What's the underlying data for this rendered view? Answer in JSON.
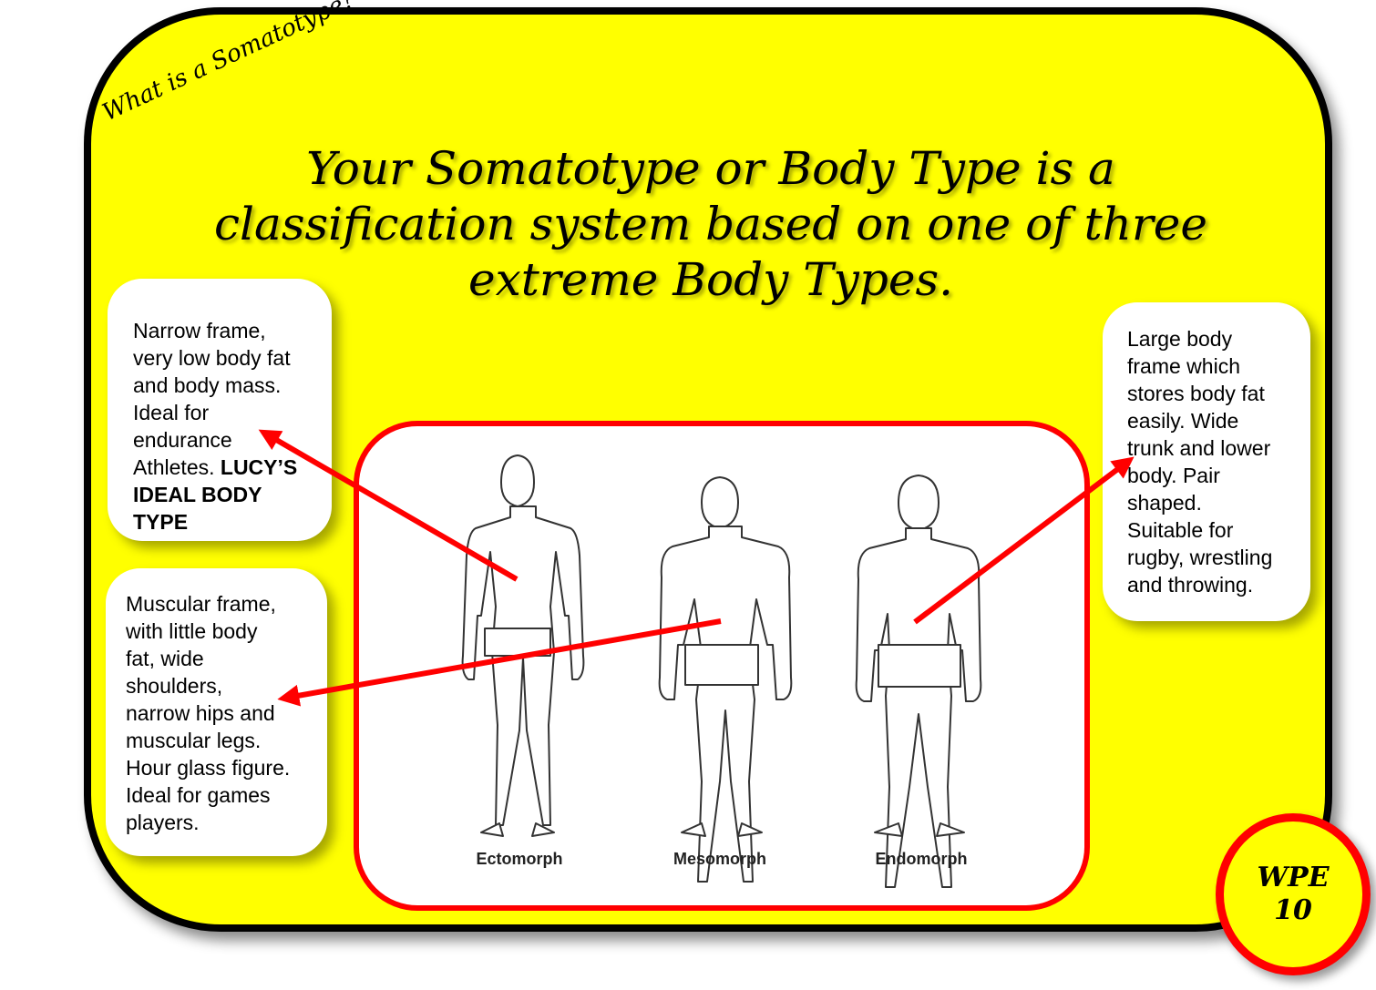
{
  "tagline": "What is a Somatotype?",
  "headline": {
    "line1": "Your Somatotype or Body Type is a",
    "line2": "classification system based on one of three",
    "line3": "extreme Body Types."
  },
  "boxes": {
    "ectomorph": {
      "lines": [
        "Narrow frame,",
        "very low body fat",
        "and body mass.",
        "Ideal for",
        "endurance"
      ],
      "last_line_prefix": "Athletes. ",
      "bold_1": "LUCY’S",
      "bold_2": "IDEAL BODY TYPE"
    },
    "mesomorph": {
      "lines": [
        "Muscular frame,",
        "with little body",
        "fat, wide",
        "shoulders,",
        "narrow hips and",
        "muscular legs.",
        "Hour glass figure.",
        "Ideal for games",
        "players."
      ]
    },
    "endomorph": {
      "lines": [
        "Large body",
        "frame which",
        "stores body fat",
        "easily. Wide",
        "trunk and lower",
        "body. Pair",
        "shaped.",
        "Suitable for",
        "rugby, wrestling",
        "and throwing."
      ]
    }
  },
  "figures": {
    "ectomorph_label": "Ectomorph",
    "mesomorph_label": "Mesomorph",
    "endomorph_label": "Endomorph"
  },
  "badge": {
    "line1": "WPE",
    "line2": "10"
  },
  "colors": {
    "background": "#ffff00",
    "frame": "#000000",
    "accent_red": "#ff0000",
    "box_fill": "#ffffff"
  }
}
